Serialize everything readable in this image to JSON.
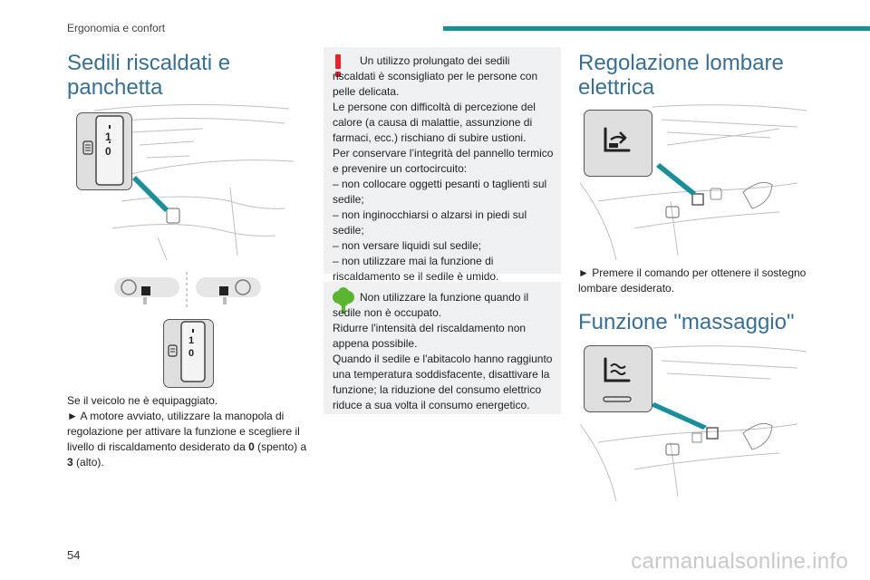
{
  "header": {
    "section": "Ergonomia e confort"
  },
  "page_number": "54",
  "left": {
    "title": "Sedili riscaldati e panchetta",
    "dial_labels": [
      "1",
      "0"
    ],
    "dial_labels_small": [
      "1",
      "0"
    ],
    "intro": "Se il veicolo ne è equipaggiato.",
    "instruction_pre": "► A motore avviato, utilizzare la manopola di regolazione per attivare la funzione e scegliere il livello di riscaldamento desiderato da ",
    "value_off": "0",
    "word_off": " (spento) a ",
    "value_high": "3",
    "word_high": " (alto)."
  },
  "middle": {
    "warning_icon": "exclamation-icon",
    "warning_lines": [
      "Un utilizzo prolungato dei sedili riscaldati è sconsigliato per le persone con pelle delicata.",
      "Le persone con difficoltà di percezione del calore (a causa di malattie, assunzione di farmaci, ecc.) rischiano di subire ustioni.",
      "Per conservare l’integrità del pannello termico e prevenire un cortocircuito:",
      "– non collocare oggetti pesanti o taglienti sul sedile;",
      "– non inginocchiarsi o alzarsi in piedi sul sedile;",
      "– non versare liquidi sul sedile;",
      "– non utilizzare mai la funzione di riscaldamento se il sedile è umido."
    ],
    "eco_icon": "tree-icon",
    "eco_lines": [
      "Non utilizzare la funzione quando il sedile non è occupato.",
      "Ridurre l'intensità del riscaldamento non appena possibile.",
      "Quando il sedile e l'abitacolo hanno raggiunto una temperatura soddisfacente, disattivare la funzione; la riduzione del consumo elettrico riduce a sua volta il consumo energetico."
    ]
  },
  "right": {
    "lumbar_title": "Regolazione lombare elettrica",
    "lumbar_instruction": "► Premere il comando per ottenere il sostegno lombare desiderato.",
    "massage_title": "Funzione \"massaggio\""
  },
  "watermark": "carmanualsonline.info",
  "colors": {
    "accent": "#1a8f9a",
    "heading": "#3a6f94",
    "warning": "#e0262b",
    "eco": "#5cb531",
    "note_bg": "#eef0f2"
  }
}
